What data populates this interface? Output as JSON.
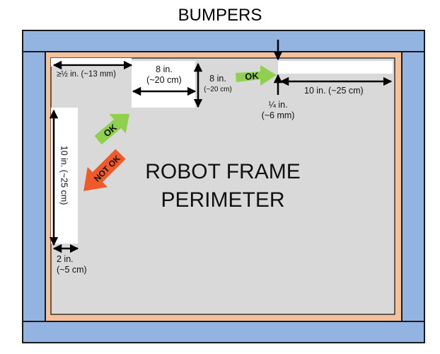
{
  "title": "BUMPERS",
  "perimeter_text": [
    "ROBOT FRAME",
    "PERIMETER"
  ],
  "labels": {
    "gap_min": "≥½ in. (~13 mm)",
    "notch_width_line1": "8 in.",
    "notch_width_line2": "(~20 cm)",
    "notch_depth_line1": "8 in.",
    "notch_depth_line2": "(~20 cm)",
    "top_span": "10 in. (~25 cm)",
    "quarter_line1": "¼ in.",
    "quarter_line2": "(~6 mm)",
    "side_span": "10 in. (~25 cm)",
    "side_depth_line1": "2 in.",
    "side_depth_line2": "(~5 cm)"
  },
  "arrows": {
    "ok_top": "OK",
    "ok_corner": "OK",
    "not_ok": "NOT OK"
  },
  "colors": {
    "bumper": "#93b3e0",
    "bumper_stroke": "#1a1a1a",
    "frame": "#f4c19a",
    "perimeter": "#d9d9d9",
    "ok_arrow": "#8fd14f",
    "not_ok_arrow": "#f05a28",
    "dimension": "#000000"
  }
}
